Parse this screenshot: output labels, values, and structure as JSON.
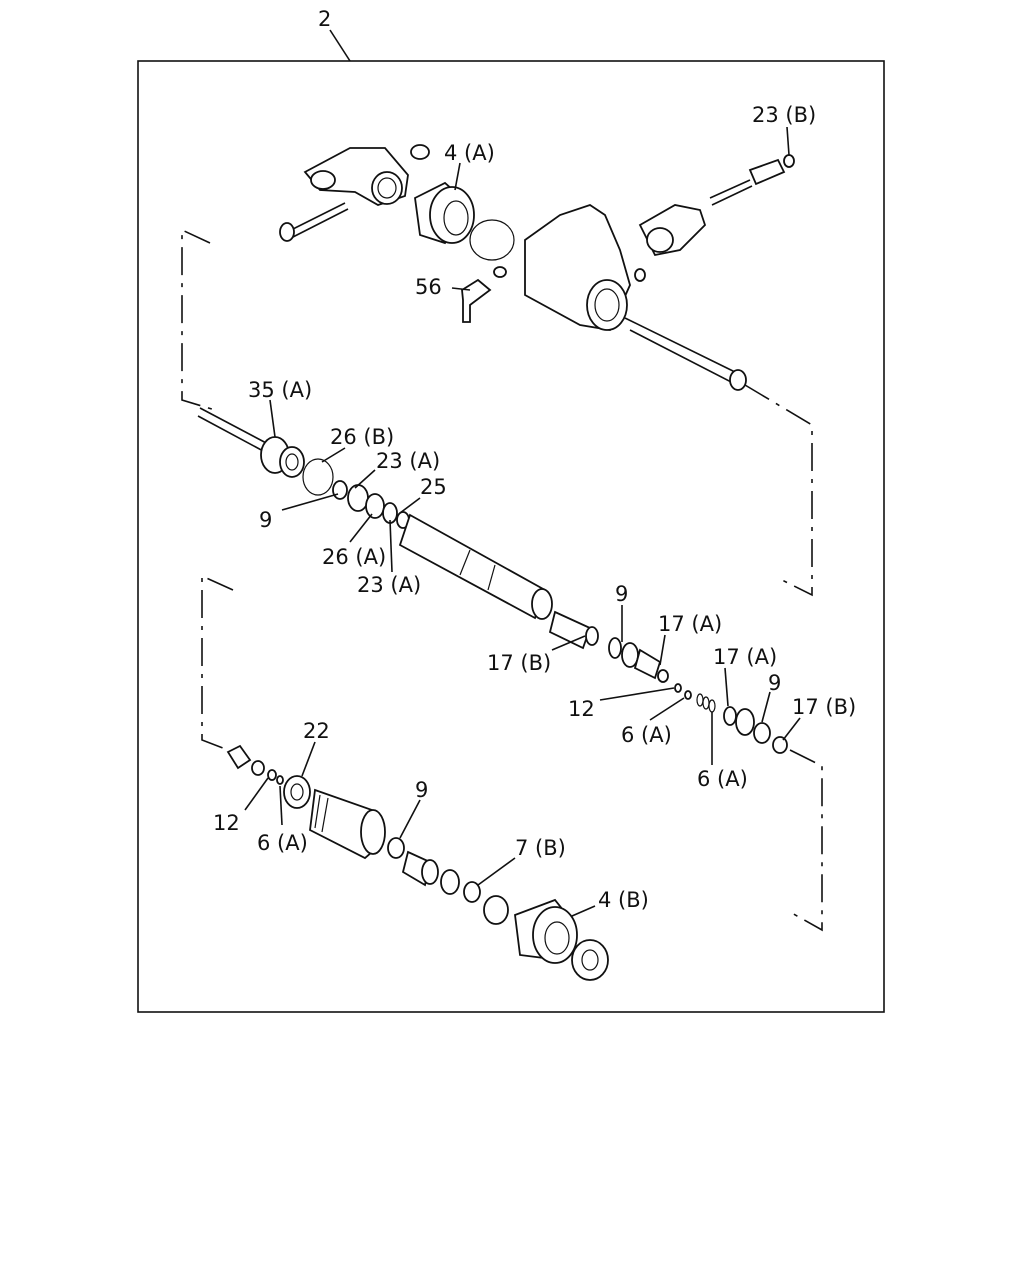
{
  "callouts": {
    "c2": "2",
    "c23b": "23 (B)",
    "c4a": "4 (A)",
    "c56": "56",
    "c35a": "35 (A)",
    "c26b": "26 (B)",
    "c23a_top": "23 (A)",
    "c25": "25",
    "c9_left": "9",
    "c26a": "26 (A)",
    "c23a_bot": "23 (A)",
    "c9_mid": "9",
    "c17a_1": "17 (A)",
    "c17b_1": "17 (B)",
    "c17a_2": "17 (A)",
    "c9_right": "9",
    "c17b_2": "17 (B)",
    "c12_right": "12",
    "c6a_1": "6 (A)",
    "c6a_2": "6 (A)",
    "c22": "22",
    "c9_low": "9",
    "c12_left": "12",
    "c6a_left": "6 (A)",
    "c7b": "7 (B)",
    "c4b": "4 (B)"
  }
}
